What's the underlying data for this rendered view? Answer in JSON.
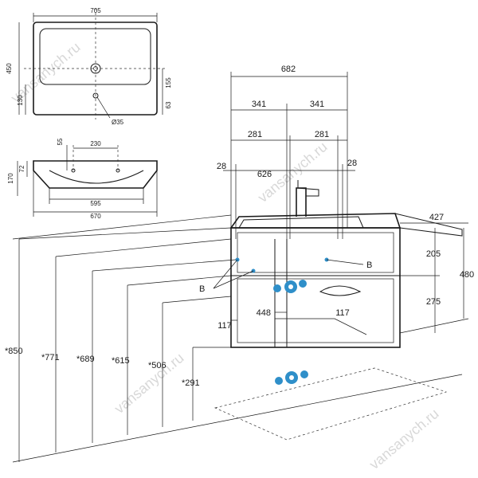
{
  "top_view": {
    "width": "705",
    "depth": "450",
    "hole_offset": "130",
    "hole_depth": "155",
    "edge": "63",
    "drain_diameter": "Ø35"
  },
  "side_view": {
    "hole_spacing": "230",
    "hole_height": "55",
    "rim": "72",
    "height": "170",
    "inner_width": "595",
    "outer_width": "670"
  },
  "front": {
    "width": "682",
    "half_left": "341",
    "half_right": "341",
    "left_hole": "281",
    "right_hole": "281",
    "left_edge": "28",
    "right_edge": "28",
    "span": "626",
    "depth": "427",
    "top_height": "205",
    "bottom_height": "275",
    "total_height": "480",
    "drawer_inner": "448",
    "left_inset": "117",
    "right_inset": "117",
    "mount_label_left": "B",
    "mount_label_right": "B"
  },
  "heights": [
    "*850",
    "*771",
    "*689",
    "*615",
    "*506",
    "*291"
  ],
  "watermark": "vansanych.ru",
  "colors": {
    "accent": "#2f8fc9",
    "line": "#1a1a1a",
    "watermark": "#d8d8d8"
  }
}
